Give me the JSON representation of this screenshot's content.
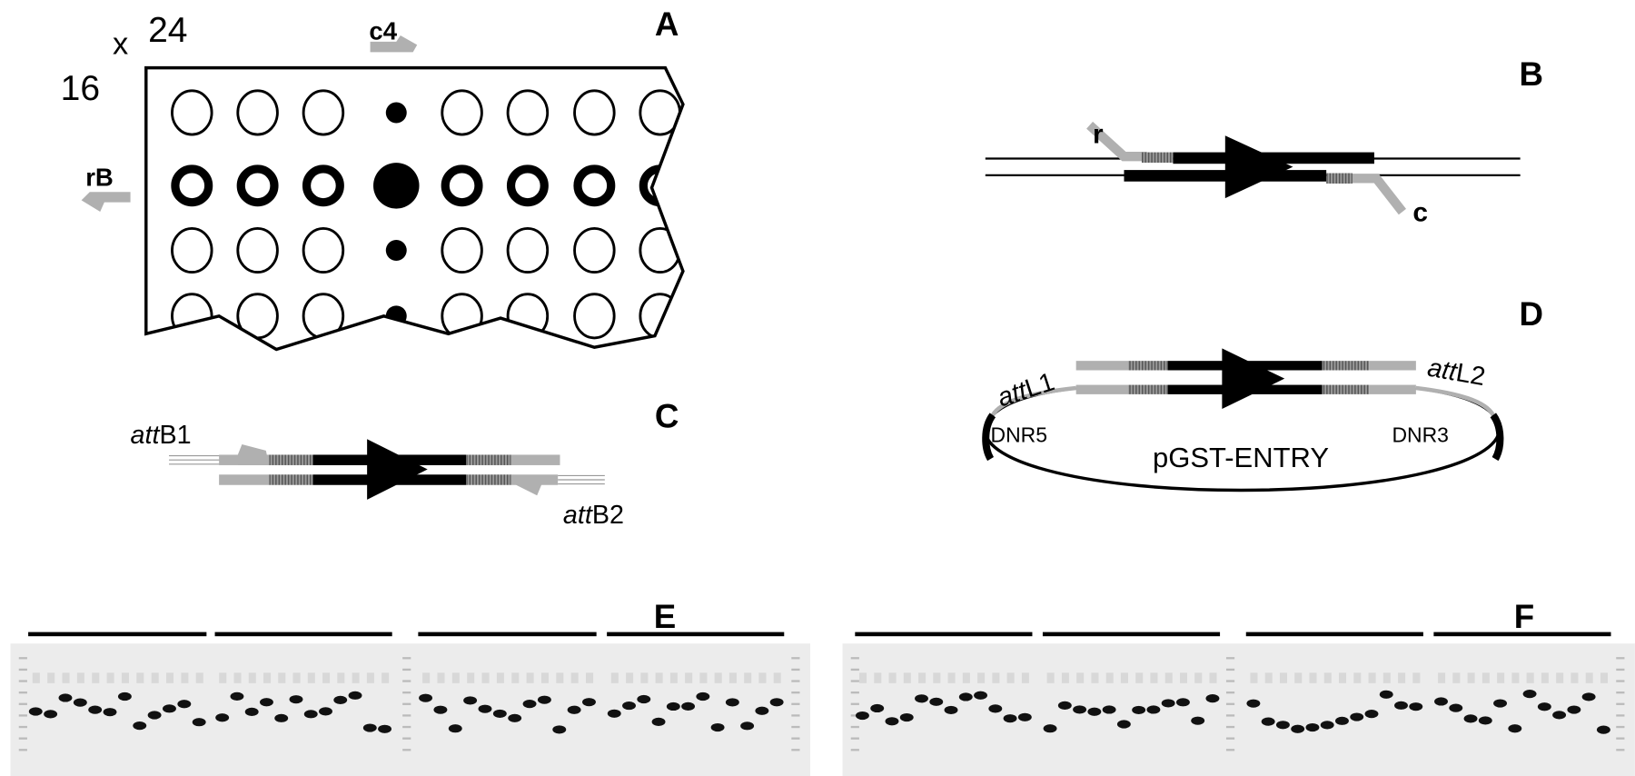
{
  "panels": {
    "A": {
      "letter": "A",
      "x_label": "x",
      "columns": "24",
      "rows": "16",
      "primer_col": "c4",
      "primer_row": "rB"
    },
    "B": {
      "letter": "B",
      "primer_r": "r",
      "primer_c": "c"
    },
    "C": {
      "letter": "C",
      "site1_italic": "att",
      "site1_rest": "B1",
      "site2_italic": "att",
      "site2_rest": "B2"
    },
    "D": {
      "letter": "D",
      "site1_italic": "att",
      "site1_rest": "L1",
      "site2_italic": "att",
      "site2_rest": "L2",
      "left_label": "DNR5",
      "right_label": "DNR3",
      "plasmid": "pGST-ENTRY"
    },
    "E": {
      "letter": "E"
    },
    "F": {
      "letter": "F"
    }
  },
  "colors": {
    "primer": "#b0b0b0",
    "gel_bg": "#ececec",
    "band": "#111111"
  }
}
